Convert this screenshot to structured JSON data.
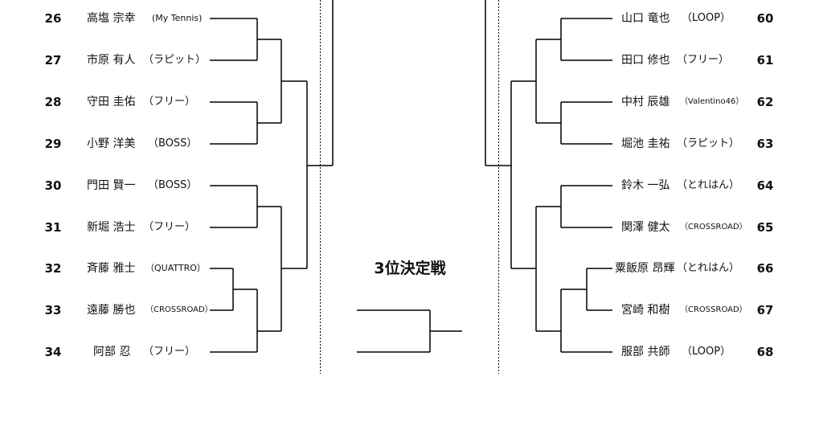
{
  "third_place_title": "3位決定戦",
  "left_players": [
    {
      "no": "26",
      "name": "高塩 宗幸",
      "club": "(My Tennis)"
    },
    {
      "no": "27",
      "name": "市原 有人",
      "club": "（ラピット）"
    },
    {
      "no": "28",
      "name": "守田 圭佑",
      "club": "（フリー）"
    },
    {
      "no": "29",
      "name": "小野 洋美",
      "club": "（BOSS）"
    },
    {
      "no": "30",
      "name": "門田 賢一",
      "club": "（BOSS）"
    },
    {
      "no": "31",
      "name": "新堀 浩士",
      "club": "（フリー）"
    },
    {
      "no": "32",
      "name": "斉藤 雅士",
      "club": "（QUATTRO）"
    },
    {
      "no": "33",
      "name": "遠藤 勝也",
      "club": "（CROSSROAD）"
    },
    {
      "no": "34",
      "name": "阿部 忍",
      "club": "（フリー）"
    }
  ],
  "right_players": [
    {
      "no": "60",
      "name": "山口 竜也",
      "club": "（LOOP）"
    },
    {
      "no": "61",
      "name": "田口 修也",
      "club": "（フリー）"
    },
    {
      "no": "62",
      "name": "中村 辰雄",
      "club": "（Valentino46）"
    },
    {
      "no": "63",
      "name": "堀池 圭祐",
      "club": "（ラピット）"
    },
    {
      "no": "64",
      "name": "鈴木 一弘",
      "club": "（とれはん）"
    },
    {
      "no": "65",
      "name": "関澤 健太",
      "club": "（CROSSROAD）"
    },
    {
      "no": "66",
      "name": "粟飯原 昂輝",
      "club": "（とれはん）"
    },
    {
      "no": "67",
      "name": "宮崎 和樹",
      "club": "（CROSSROAD）"
    },
    {
      "no": "68",
      "name": "服部 共師",
      "club": "（LOOP）"
    }
  ]
}
